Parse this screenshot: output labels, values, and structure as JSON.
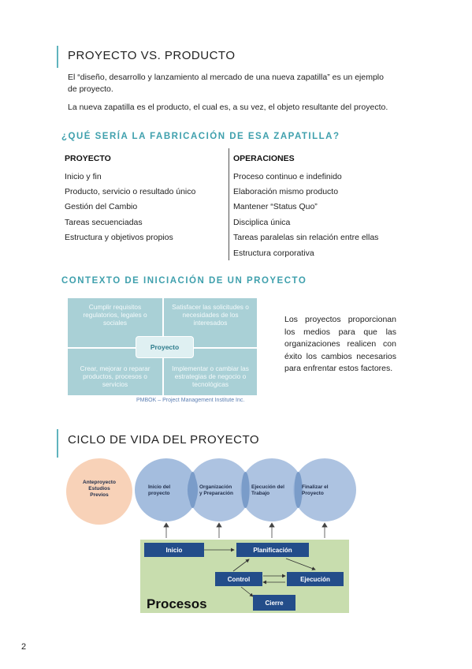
{
  "section1": {
    "title": "PROYECTO VS. PRODUCTO",
    "para1_line1": "El “diseño, desarrollo y lanzamiento al mercado de una nueva zapatilla” es un ejemplo",
    "para1_line2": "de proyecto.",
    "para2": "La nueva zapatilla es el producto, el cual es, a su vez, el objeto resultante del proyecto."
  },
  "section2": {
    "title": "¿QUÉ SERÍA LA FABRICACIÓN DE ESA ZAPATILLA?",
    "proyecto_head": "PROYECTO",
    "proyecto_items": [
      "Inicio y fin",
      "Producto, servicio o resultado único",
      "Gestión del Cambio",
      "Tareas secuenciadas",
      "Estructura y objetivos propios"
    ],
    "operaciones_head": "OPERACIONES",
    "operaciones_items": [
      "Proceso continuo e indefinido",
      "Elaboración mismo producto",
      "Mantener “Status Quo”",
      "Disciplica única",
      "Tareas paralelas sin relación entre ellas",
      "Estructura corporativa"
    ]
  },
  "section3": {
    "title": "CONTEXTO DE INICIACIÓN DE UN PROYECTO",
    "quad_tl": "Cumplir requisitos regulatorios, legales o sociales",
    "quad_tr": "Satisfacer las solicitudes o necesidades de los interesados",
    "quad_bl": "Crear, mejorar o reparar productos, procesos o servicios",
    "quad_br": "Implementar o cambiar las estrategias de negocio o tecnológicas",
    "center": "Proyecto",
    "source": "PMBOK – Project Management Institute Inc.",
    "side_text": "Los proyectos proporcionan los medios para que las organizaciones realicen con éxito los cambios necesarios para enfrentar estos factores."
  },
  "section4": {
    "title": "CICLO DE VIDA DEL PROYECTO",
    "circles": [
      {
        "l1": "Anteproyecto",
        "l2": "Estudios",
        "l3": "Previos"
      },
      {
        "l1": "Inicio del",
        "l2": "proyecto"
      },
      {
        "l1": "Organización",
        "l2": "y Preparación"
      },
      {
        "l1": "Ejecución del",
        "l2": "Trabajo"
      },
      {
        "l1": "Finalizar el",
        "l2": "Proyecto"
      }
    ],
    "process_boxes": {
      "inicio": "Inicio",
      "planificacion": "Planificación",
      "control": "Control",
      "ejecucion": "Ejecución",
      "cierre": "Cierre"
    },
    "procesos_label": "Procesos"
  },
  "page_number": "2",
  "colors": {
    "accent": "#3fa0ad",
    "circle_blue": "#9fb9dc",
    "circle_peach": "#f8d2b8",
    "process_box": "#234d8a",
    "process_bg": "#c8ddae"
  }
}
